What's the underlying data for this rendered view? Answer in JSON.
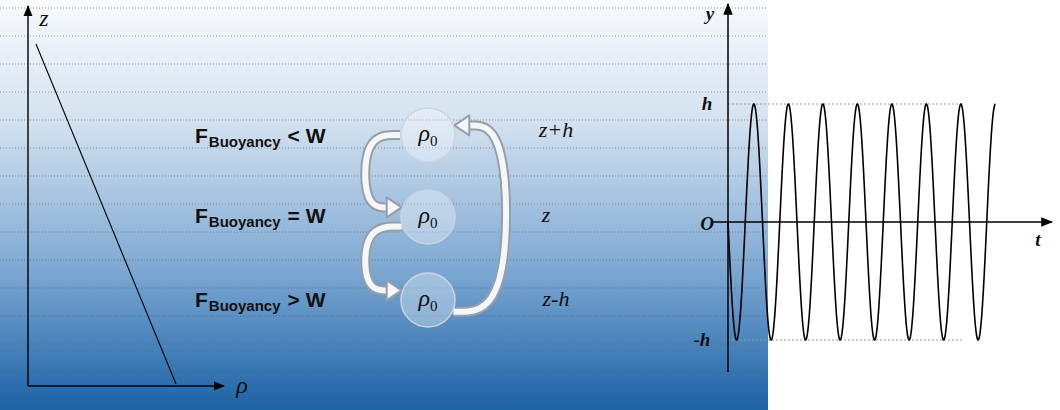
{
  "diagram": {
    "nodes": [
      {
        "text": [
          "ρ",
          "0"
        ]
      },
      {
        "text": [
          "ρ",
          "0"
        ]
      },
      {
        "text": [
          "ρ",
          "0"
        ]
      }
    ],
    "edges": [
      {
        "from": 0,
        "to": 1,
        "arrow": "to"
      },
      {
        "from": 1,
        "to": 2,
        "arrow": "to"
      },
      {
        "from": 2,
        "to": 0,
        "arrow": "to"
      }
    ],
    "labels": [
      "z",
      "ρ",
      "F",
      "Buoyancy",
      "< W",
      "F",
      "Buoyancy",
      "= W",
      "F",
      "Buoyancy",
      "> W",
      "z+h",
      "z",
      "z-h",
      "y",
      "h",
      "O",
      "t",
      "-h"
    ]
  }
}
